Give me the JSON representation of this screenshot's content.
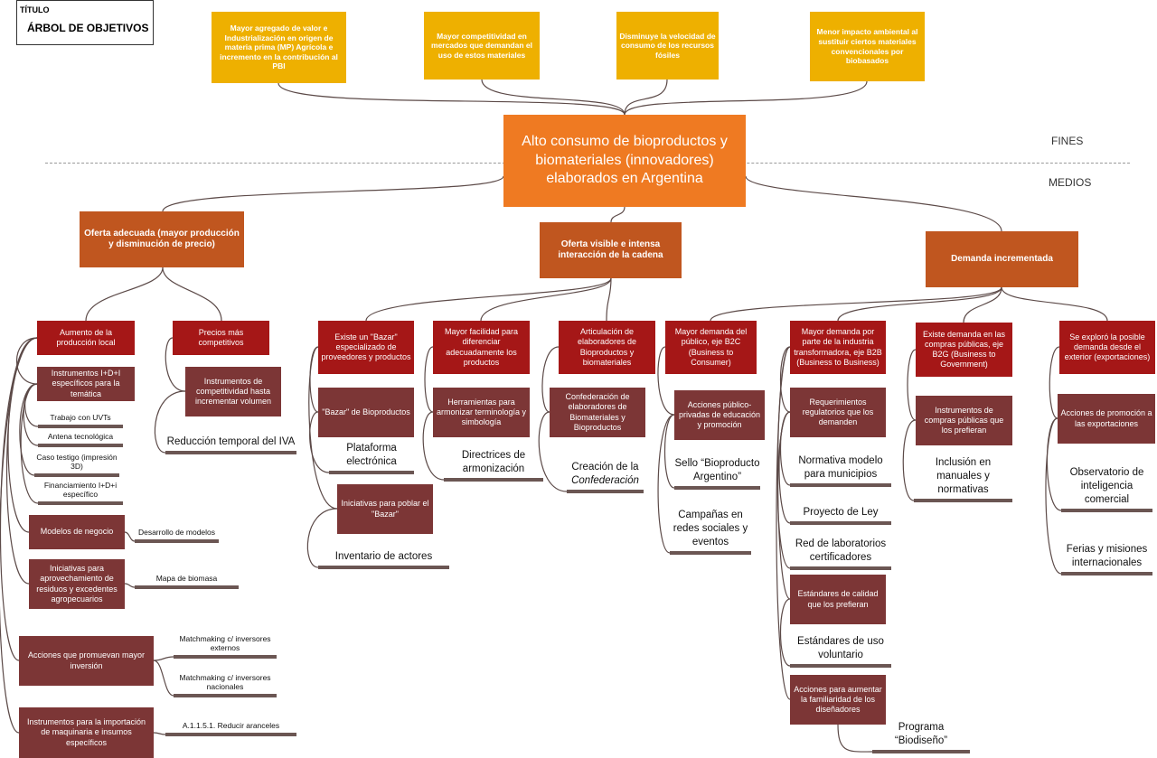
{
  "title": {
    "label": "TÍTULO",
    "text": "ÁRBOL DE OBJETIVOS"
  },
  "side_labels": {
    "fines": "FINES",
    "medios": "MEDIOS"
  },
  "colors": {
    "fines": "#eeb000",
    "central": "#ef7a22",
    "branch": "#c0561f",
    "objective": "#a51717",
    "mean": "#7c3636",
    "action_bar": "#6b5653"
  },
  "fines": [
    "Mayor agregado de valor e Industrialización en origen de materia prima (MP) Agrícola e incremento en la contribución al PBI",
    "Mayor competitividad en mercados que demandan el uso de estos materiales",
    "Disminuye la velocidad de consumo de los recursos fósiles",
    "Menor impacto ambiental al sustituir ciertos materiales convencionales por biobasados"
  ],
  "central": "Alto consumo de bioproductos y biomateriales (innovadores) elaborados en Argentina",
  "branches": [
    {
      "label": "Oferta adecuada (mayor producción y disminución de precio)",
      "objectives": [
        {
          "label": "Aumento de la producción local",
          "means": [
            {
              "label": "Instrumentos I+D+I específicos para la temática",
              "actions": [
                "Trabajo con UVTs",
                "Antena tecnológica",
                "Caso testigo (impresión 3D)",
                "Financiamiento I+D+i específico"
              ]
            },
            {
              "label": "Modelos de negocio",
              "actions": [
                "Desarrollo de modelos"
              ]
            },
            {
              "label": "Iniciativas para aprovechamiento de residuos y excedentes agropecuarios",
              "actions": [
                "Mapa de biomasa"
              ]
            },
            {
              "label": "Acciones que promuevan  mayor inversión",
              "actions": [
                "Matchmaking c/ inversores externos",
                "Matchmaking c/ inversores nacionales"
              ]
            },
            {
              "label": "Instrumentos para la importación de maquinaria e insumos específicos",
              "actions": [
                "A.1.1.5.1. Reducir aranceles"
              ]
            }
          ]
        },
        {
          "label": "Precios más competitivos",
          "means": [
            {
              "label": "Instrumentos de competitividad  hasta incrementar volumen",
              "actions": [
                "Reducción temporal del IVA"
              ]
            }
          ]
        }
      ]
    },
    {
      "label": "Oferta visible e intensa interacción de la cadena",
      "objectives": [
        {
          "label": "Existe un \"Bazar\" especializado de proveedores y productos",
          "means": [
            {
              "label": "\"Bazar\" de Bioproductos",
              "actions": [
                "Plataforma electrónica"
              ]
            },
            {
              "label": "Iniciativas para poblar el \"Bazar\"",
              "actions": [
                "Inventario de actores"
              ]
            }
          ]
        },
        {
          "label": "Mayor facilidad para diferenciar adecuadamente los productos",
          "means": [
            {
              "label": "Herramientas para armonizar terminología y simbología",
              "actions": [
                "Directrices de armonización"
              ]
            }
          ]
        },
        {
          "label": "Articulación de elaboradores de Bioproductos y biomateriales",
          "means": [
            {
              "label": "Confederación de elaboradores de Biomateriales y Bioproductos",
              "actions": [
                "Creación de la"
              ],
              "actions_emphasis": "Confederación"
            }
          ]
        }
      ]
    },
    {
      "label": "Demanda incrementada",
      "objectives": [
        {
          "label": "Mayor demanda del público, eje B2C (Business to Consumer)",
          "means": [
            {
              "label": "Acciones público-privadas de educación y promoción",
              "actions": [
                "Sello “Bioproducto Argentino”",
                "Campañas en redes sociales y eventos"
              ]
            }
          ]
        },
        {
          "label": "Mayor demanda por parte de la industria transformadora, eje B2B (Business to Business)",
          "means": [
            {
              "label": "Requerimientos regulatorios que los demanden",
              "actions": [
                "Normativa modelo para municipios",
                "Proyecto de Ley",
                "Red de laboratorios certificadores"
              ]
            },
            {
              "label": "Estándares de calidad que los prefieran",
              "actions": [
                "Estándares de uso voluntario"
              ]
            },
            {
              "label": "Acciones para aumentar la familiaridad de los diseñadores",
              "actions": [
                "Programa “Biodiseño”"
              ]
            }
          ]
        },
        {
          "label": "Existe demanda en las compras públicas, eje B2G (Business to Government)",
          "means": [
            {
              "label": "Instrumentos de compras públicas que los prefieran",
              "actions": [
                "Inclusión en manuales y normativas"
              ]
            }
          ]
        },
        {
          "label": "Se exploró la posible demanda desde el exterior (exportaciones)",
          "means": [
            {
              "label": "Acciones de promoción a las exportaciones",
              "actions": [
                "Observatorio de inteligencia comercial",
                "Ferias y misiones internacionales"
              ]
            }
          ]
        }
      ]
    }
  ]
}
